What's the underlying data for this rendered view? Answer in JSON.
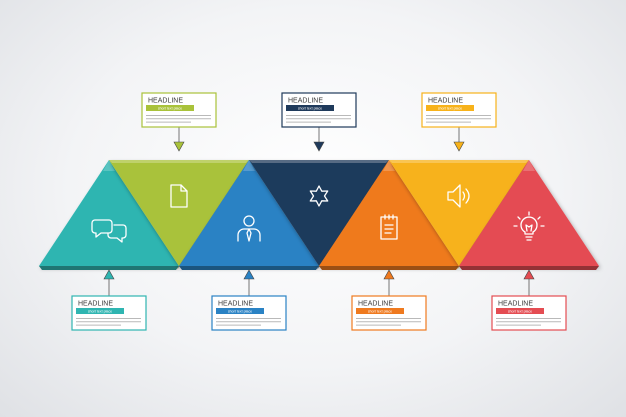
{
  "segments": [
    {
      "id": "s1",
      "direction": "up",
      "color": "#2fb5b1",
      "icon": "speech-bubbles-icon",
      "callout": {
        "headline": "HEADLINE",
        "subline": "short text place"
      }
    },
    {
      "id": "s2",
      "direction": "down",
      "color": "#a9c23a",
      "icon": "document-icon",
      "callout": {
        "headline": "HEADLINE",
        "subline": "short text place"
      }
    },
    {
      "id": "s3",
      "direction": "up",
      "color": "#2a82c4",
      "icon": "businessman-icon",
      "callout": {
        "headline": "HEADLINE",
        "subline": "short text place"
      }
    },
    {
      "id": "s4",
      "direction": "down",
      "color": "#1f3a5b",
      "icon": "star-icon",
      "callout": {
        "headline": "HEADLINE",
        "subline": "short text place"
      }
    },
    {
      "id": "s5",
      "direction": "up",
      "color": "#ef7a1f",
      "icon": "notepad-icon",
      "callout": {
        "headline": "HEADLINE",
        "subline": "short text place"
      }
    },
    {
      "id": "s6",
      "direction": "down",
      "color": "#f7b21a",
      "icon": "speaker-icon",
      "callout": {
        "headline": "HEADLINE",
        "subline": "short text place"
      }
    },
    {
      "id": "s7",
      "direction": "up",
      "color": "#e44c52",
      "icon": "lightbulb-icon",
      "callout": {
        "headline": "HEADLINE",
        "subline": "short text place"
      }
    }
  ]
}
